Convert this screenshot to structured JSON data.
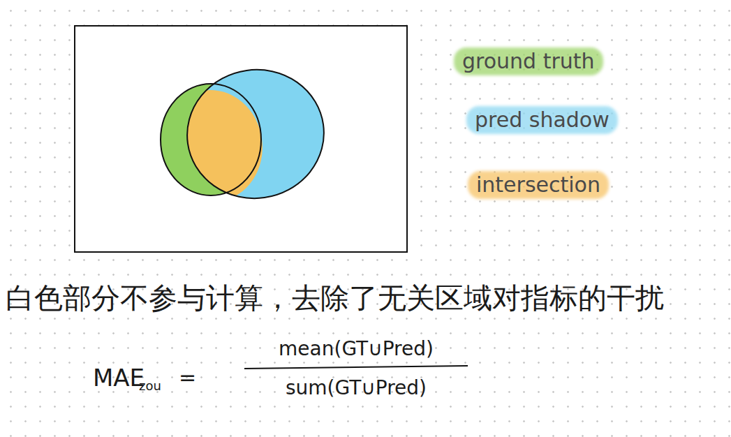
{
  "diagram": {
    "labels": [
      "白色部分不参与计算，去除了无关区域对指标的干扰",
      "MAE",
      "zou",
      "=",
      "mean(GT∪Pred)",
      "sum(GT∪Pred)"
    ],
    "legend": [
      {
        "text": "ground truth",
        "color": "#9fd56c"
      },
      {
        "text": "pred shadow",
        "color": "#8ed8f2"
      },
      {
        "text": "intersection",
        "color": "#f7c468"
      }
    ]
  }
}
